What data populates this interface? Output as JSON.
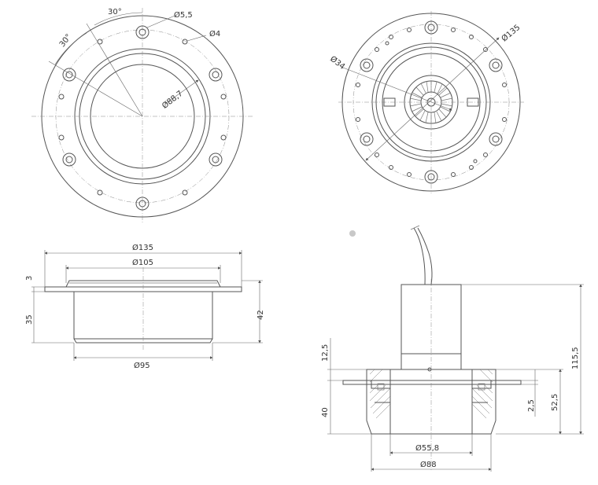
{
  "top_left_view": {
    "angle_top": "30°",
    "angle_left": "30°",
    "dia_hole_large": "Ø5,5",
    "dia_hole_small": "Ø4",
    "dia_inner": "Ø88,7"
  },
  "top_right_view": {
    "dia_outer": "Ø135",
    "dia_shaft": "Ø34"
  },
  "side_view": {
    "dia_flange": "Ø135",
    "dia_rim": "Ø105",
    "dia_body": "Ø95",
    "flange_thickness": "3",
    "body_height": "35",
    "total_height": "42"
  },
  "section_view": {
    "dim_12_5": "12,5",
    "dim_40": "40",
    "dim_2_5": "2,5",
    "dim_52_5": "52,5",
    "dim_115_5": "115,5",
    "dia_bore": "Ø55,8",
    "dia_outer": "Ø88"
  }
}
